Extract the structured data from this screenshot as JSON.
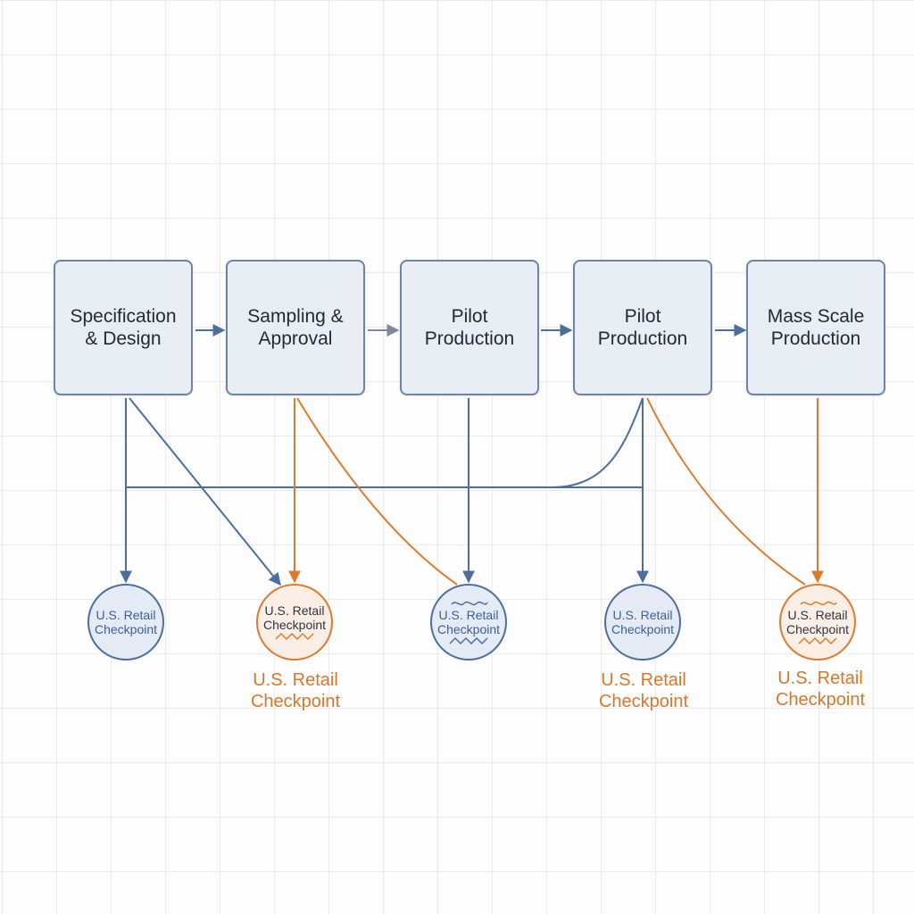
{
  "stages": [
    {
      "label": "Specification\n& Design"
    },
    {
      "label": "Sampling &\nApproval"
    },
    {
      "label": "Pilot\nProduction"
    },
    {
      "label": "Pilot\nProduction"
    },
    {
      "label": "Mass Scale\nProduction"
    }
  ],
  "checkpoints": [
    {
      "label": "U.S. Retail\nCheckpoint",
      "caption": ""
    },
    {
      "label": "U.S. Retail\nCheckpoint",
      "caption": "U.S. Retail\nCheckpoint"
    },
    {
      "label": "U.S. Retail\nCheckpoint",
      "caption": ""
    },
    {
      "label": "U.S. Retail\nCheckpoint",
      "caption": "U.S. Retail\nCheckpoint"
    },
    {
      "label": "U.S. Retail\nCheckpoint",
      "caption": "U.S. Retail\nCheckpoint"
    }
  ],
  "colors": {
    "blue": "#4d6d9f",
    "orange": "#dd7a2e",
    "grid": "#ebebeb"
  }
}
